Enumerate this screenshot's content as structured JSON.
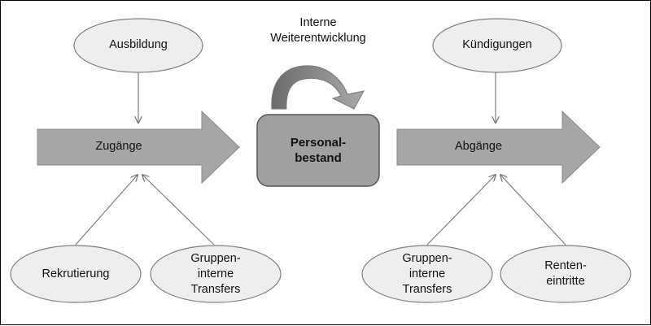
{
  "diagram": {
    "nodes": {
      "ausbildung": "Ausbildung",
      "zugaenge": "Zugänge",
      "rekrutierung": "Rekrutierung",
      "gruppen_left": [
        "Gruppen-",
        "interne",
        "Transfers"
      ],
      "interne": [
        "Interne",
        "Weiterentwicklung"
      ],
      "personal": [
        "Personal-",
        "bestand"
      ],
      "kuendigungen": "Kündigungen",
      "abgaenge": "Abgänge",
      "gruppen_right": [
        "Gruppen-",
        "interne",
        "Transfers"
      ],
      "renten": [
        "Renten-",
        "eintritte"
      ]
    },
    "colors": {
      "ellipse_fill": "#eeeeee",
      "ellipse_stroke": "#7f7f7f",
      "arrow_fill": "#a6a6a6",
      "box_fill": "#a0a0a0",
      "box_stroke": "#555555",
      "connector": "#7f7f7f",
      "curve_dark": "#6b6b6b",
      "curve_light": "#a9a9a9"
    }
  }
}
